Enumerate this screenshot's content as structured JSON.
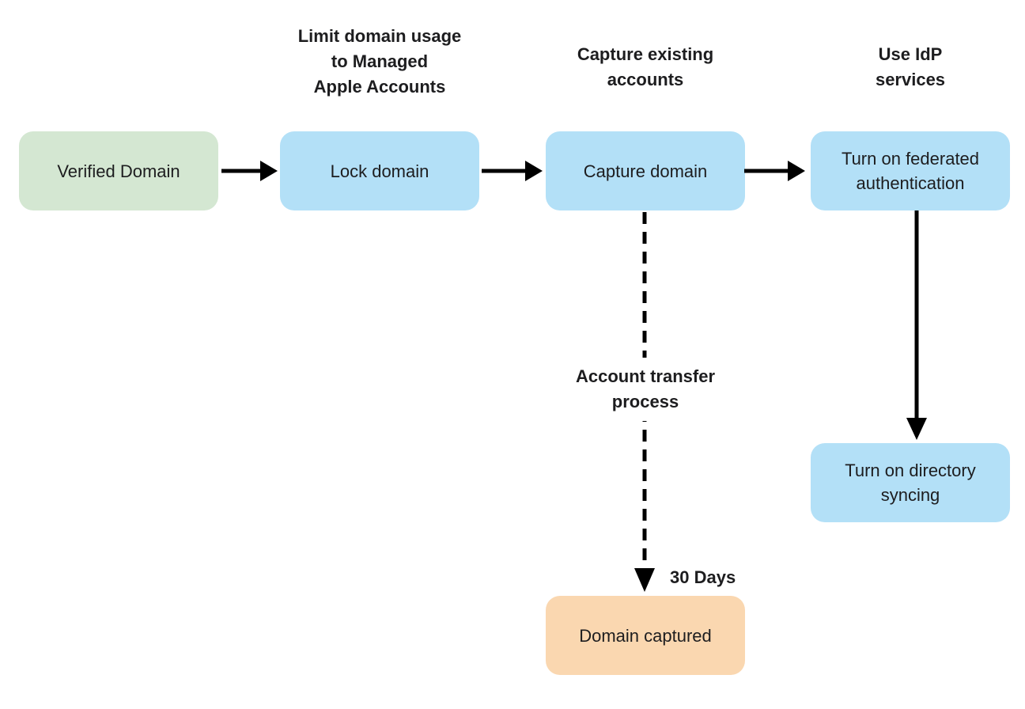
{
  "colors": {
    "background": "#ffffff",
    "text": "#1d1d1f",
    "arrow": "#000000",
    "verified_fill": "#d4e7d2",
    "process_fill": "#b3e0f7",
    "result_fill": "#fad7b0"
  },
  "nodes": {
    "verified_domain": {
      "label": "Verified Domain"
    },
    "lock_domain": {
      "label": "Lock domain"
    },
    "capture_domain": {
      "label": "Capture domain"
    },
    "federated_auth": {
      "label": "Turn on federated authentication"
    },
    "directory_syncing": {
      "label": "Turn on directory syncing"
    },
    "domain_captured": {
      "label": "Domain captured"
    }
  },
  "captions": {
    "lock_domain": [
      "Limit domain usage",
      "to Managed",
      "Apple Accounts"
    ],
    "capture_domain": [
      "Capture existing",
      "accounts"
    ],
    "federated_auth": [
      "Use IdP",
      "services"
    ],
    "transfer_process": [
      "Account transfer",
      "process"
    ],
    "duration": "30 Days"
  }
}
